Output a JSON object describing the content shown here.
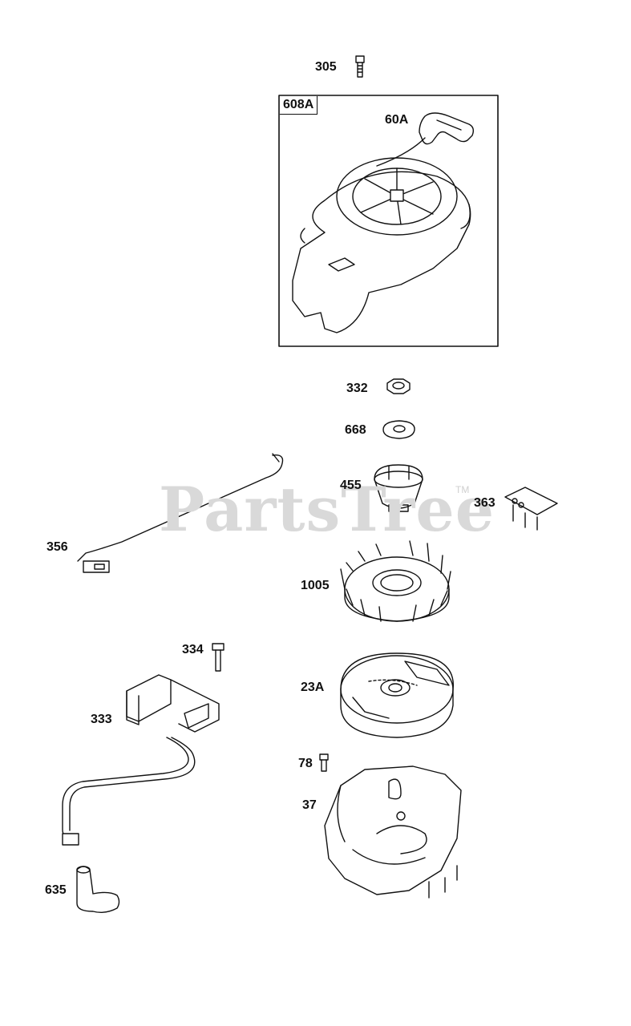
{
  "watermark": {
    "text": "PartsTree",
    "trademark": "TM"
  },
  "assembly_box": {
    "label": "608A"
  },
  "parts": [
    {
      "id": "305",
      "icon": "bolt-icon"
    },
    {
      "id": "60A",
      "icon": "starter-handle-icon"
    },
    {
      "id": "332",
      "icon": "hex-nut-icon"
    },
    {
      "id": "668",
      "icon": "washer-icon"
    },
    {
      "id": "455",
      "icon": "starter-cup-icon"
    },
    {
      "id": "363",
      "icon": "bracket-icon"
    },
    {
      "id": "356",
      "icon": "ground-wire-icon"
    },
    {
      "id": "1005",
      "icon": "fan-icon"
    },
    {
      "id": "334",
      "icon": "screw-icon"
    },
    {
      "id": "23A",
      "icon": "flywheel-icon"
    },
    {
      "id": "333",
      "icon": "ignition-armature-icon"
    },
    {
      "id": "78",
      "icon": "screw-icon"
    },
    {
      "id": "37",
      "icon": "blower-housing-icon"
    },
    {
      "id": "635",
      "icon": "spark-plug-boot-icon"
    }
  ]
}
